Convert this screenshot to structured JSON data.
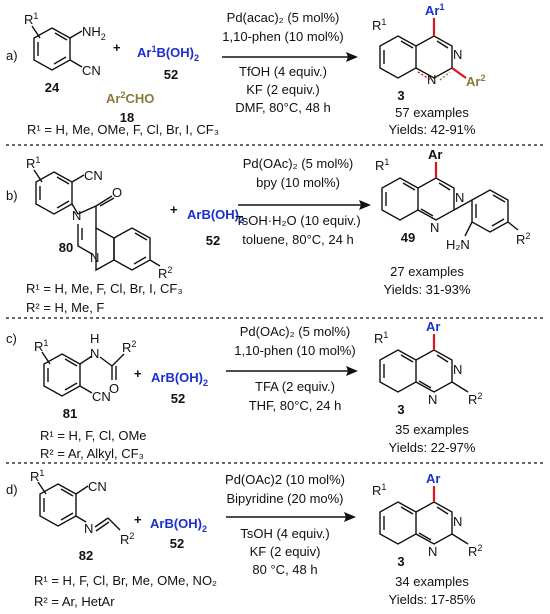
{
  "colors": {
    "ink": "#111111",
    "aryl_blue": "#1a2fd1",
    "new_bond_red": "#e0141b",
    "aldehyde_olive": "#8a7a3a"
  },
  "panel_a": {
    "label": "a)",
    "sm_r1": "R",
    "sm_r1_sup": "1",
    "sm_nh2": "NH",
    "sm_nh2_sub": "2",
    "sm_cn": "CN",
    "sm_num": "24",
    "plus": "+",
    "reagent_ar": "Ar",
    "reagent_ar_sup": "1",
    "reagent_b": "B(OH)",
    "reagent_b_sub": "2",
    "reagent_num": "52",
    "ald_ar": "Ar",
    "ald_sup": "2",
    "ald_cho": "CHO",
    "ald_num": "18",
    "cond1": "Pd(acac)₂ (5 mol%)",
    "cond2": "1,10-phen (10 mol%)",
    "cond3": "TfOH (4 equiv.)",
    "cond4": "KF (2 equiv.)",
    "cond5": "DMF, 80°C, 48 h",
    "prod_r1": "R",
    "prod_r1_sup": "1",
    "prod_ar1": "Ar",
    "prod_ar1_sup": "1",
    "prod_ar2": "Ar",
    "prod_ar2_sup": "2",
    "prod_n": "N",
    "prod_num": "3",
    "examples": "57 examples",
    "yields": "Yields: 42-91%",
    "subs": "R¹ = H, Me, OMe, F, Cl, Br, I, CF₃"
  },
  "panel_b": {
    "label": "b)",
    "sm_r1": "R",
    "sm_r1_sup": "1",
    "sm_cn": "CN",
    "sm_o": "O",
    "sm_n": "N",
    "sm_r2": "R",
    "sm_r2_sup": "2",
    "sm_num": "80",
    "plus": "+",
    "reagent": "ArB(OH)",
    "reagent_sub": "2",
    "reagent_num": "52",
    "cond1": "Pd(OAc)₂ (5 mol%)",
    "cond2": "bpy (10 mol%)",
    "cond3": "TsOH·H₂O (10 equiv.)",
    "cond4": "toluene, 80°C, 24 h",
    "prod_r1": "R",
    "prod_r1_sup": "1",
    "prod_ar": "Ar",
    "prod_n": "N",
    "prod_nh2": "H₂N",
    "prod_r2": "R",
    "prod_r2_sup": "2",
    "prod_num": "49",
    "examples": "27 examples",
    "yields": "Yields: 31-93%",
    "subs1": "R¹ = H, Me, F, Cl, Br, I, CF₃",
    "subs2": "R² = H, Me, F"
  },
  "panel_c": {
    "label": "c)",
    "sm_r1": "R",
    "sm_r1_sup": "1",
    "sm_nh": "H",
    "sm_n": "N",
    "sm_r2": "R",
    "sm_r2_sup": "2",
    "sm_o": "O",
    "sm_cn": "CN",
    "sm_num": "81",
    "plus": "+",
    "reagent": "ArB(OH)",
    "reagent_sub": "2",
    "reagent_num": "52",
    "cond1": "Pd(OAc)₂ (5 mol%)",
    "cond2": "1,10-phen (10 mol%)",
    "cond3": "TFA (2 equiv.)",
    "cond4": "THF, 80°C, 24 h",
    "prod_r1": "R",
    "prod_r1_sup": "1",
    "prod_ar": "Ar",
    "prod_n": "N",
    "prod_r2": "R",
    "prod_r2_sup": "2",
    "prod_num": "3",
    "examples": "35 examples",
    "yields": "Yields: 22-97%",
    "subs1": "R¹ = H, F, Cl, OMe",
    "subs2": "R² = Ar, Alkyl, CF₃"
  },
  "panel_d": {
    "label": "d)",
    "sm_r1": "R",
    "sm_r1_sup": "1",
    "sm_cn": "CN",
    "sm_n": "N",
    "sm_r2": "R",
    "sm_r2_sup": "2",
    "sm_num": "82",
    "plus": "+",
    "reagent": "ArB(OH)",
    "reagent_sub": "2",
    "reagent_num": "52",
    "cond1": "Pd(OAc)2 (10 mol%)",
    "cond2": "Bipyridine (20 mo%)",
    "cond3": "TsOH (4 equiv.)",
    "cond4": "KF (2 equiv)",
    "cond5": "80 °C, 48 h",
    "prod_r1": "R",
    "prod_r1_sup": "1",
    "prod_ar": "Ar",
    "prod_n": "N",
    "prod_r2": "R",
    "prod_r2_sup": "2",
    "prod_num": "3",
    "examples": "34 examples",
    "yields": "Yields: 17-85%",
    "subs1": "R¹ = H, F, Cl, Br, Me, OMe, NO₂",
    "subs2": "R² = Ar, HetAr"
  }
}
